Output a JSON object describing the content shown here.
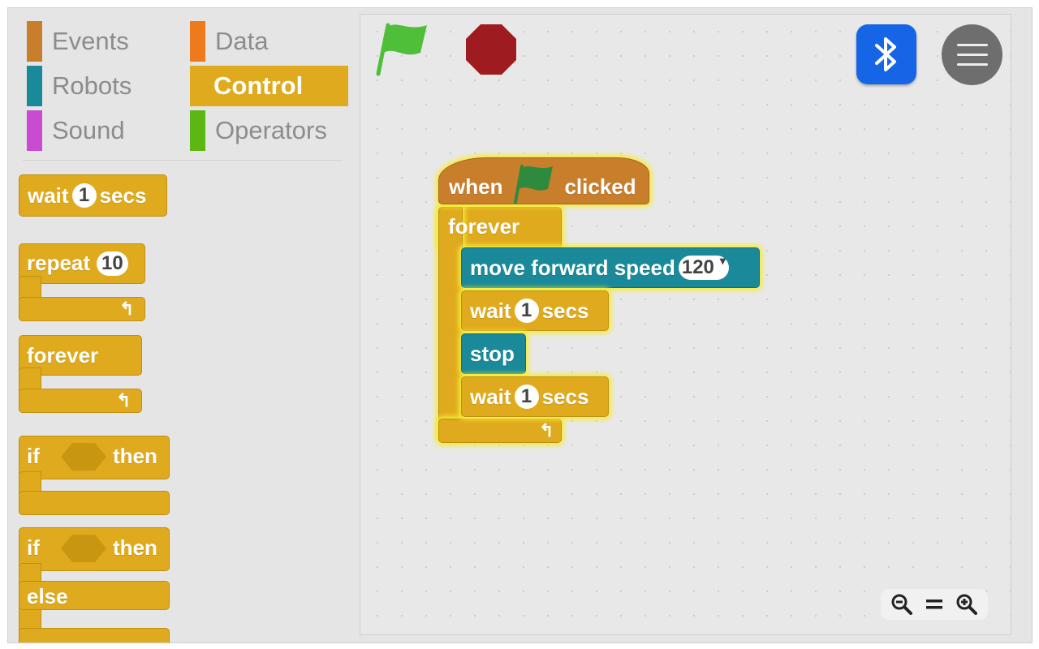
{
  "categories": [
    {
      "label": "Events",
      "color": "#c97e2c"
    },
    {
      "label": "Data",
      "color": "#ef7a1c"
    },
    {
      "label": "Robots",
      "color": "#1a8a9a"
    },
    {
      "label": "Control",
      "color": "#e0aa1e",
      "active": true
    },
    {
      "label": "Sound",
      "color": "#c84bd1"
    },
    {
      "label": "Operators",
      "color": "#5cb712"
    }
  ],
  "palette_blocks": {
    "wait": {
      "label": "wait",
      "value": "1",
      "suffix": "secs"
    },
    "repeat": {
      "label": "repeat",
      "value": "10"
    },
    "forever": {
      "label": "forever"
    },
    "if_then": {
      "label": "if",
      "then": "then"
    },
    "if_else": {
      "label": "if",
      "then": "then",
      "else": "else"
    }
  },
  "script": {
    "hat": {
      "when": "when",
      "clicked": "clicked"
    },
    "forever": "forever",
    "move": {
      "label": "move forward speed",
      "value": "120"
    },
    "wait1": {
      "label": "wait",
      "value": "1",
      "suffix": "secs"
    },
    "stop": "stop",
    "wait2": {
      "label": "wait",
      "value": "1",
      "suffix": "secs"
    }
  },
  "icons": {
    "run": "green-flag-icon",
    "stop": "stop-octagon-icon",
    "bluetooth": "bluetooth-icon",
    "menu": "hamburger-menu-icon",
    "zoom_out": "zoom-out-icon",
    "zoom_reset": "zoom-reset-icon",
    "zoom_in": "zoom-in-icon"
  },
  "colors": {
    "control": "#e0aa1e",
    "robots": "#1a8a9a",
    "events": "#c97e2c",
    "flag_green": "#4fbf3a",
    "stop_red": "#9e1c20",
    "bluetooth_blue": "#1565e6"
  }
}
